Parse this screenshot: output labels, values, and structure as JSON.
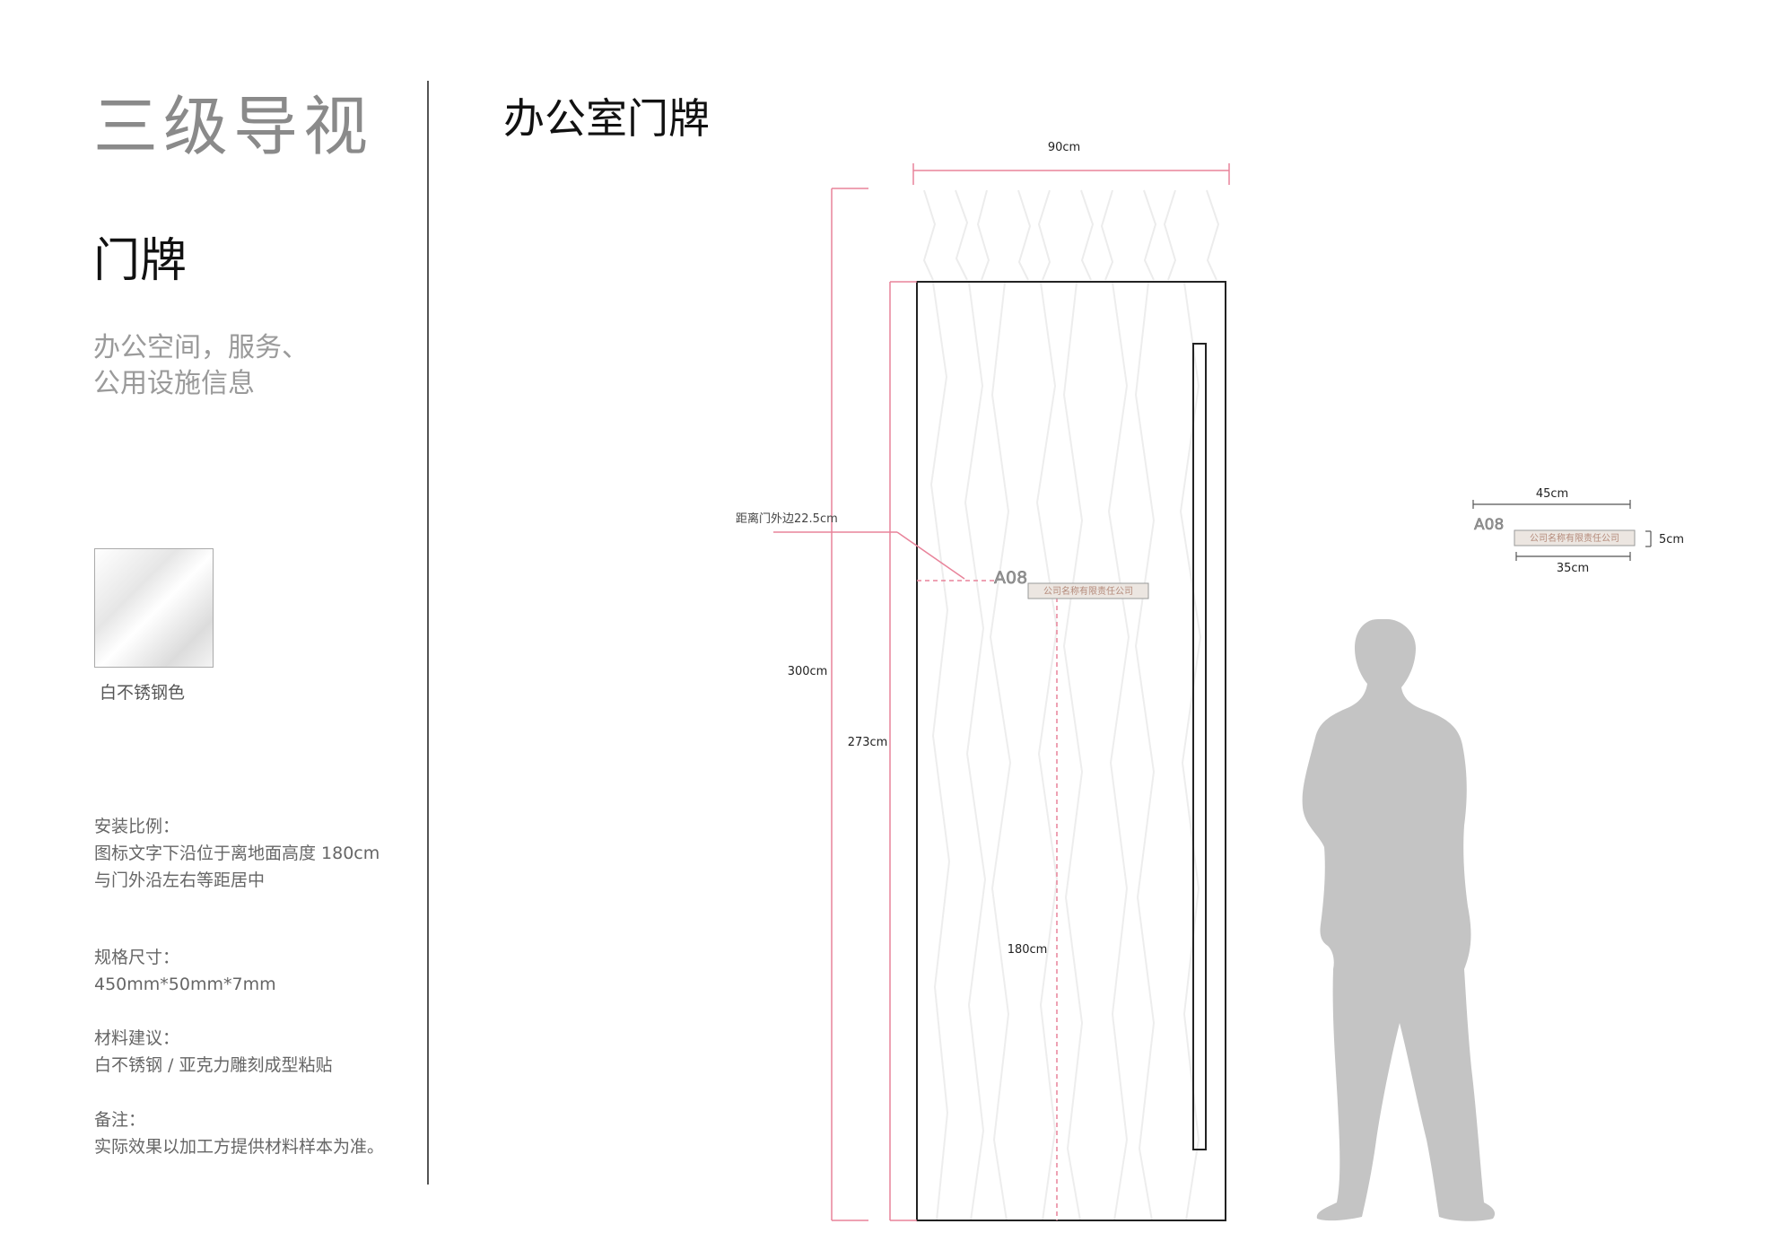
{
  "left_panel": {
    "title": "三级导视",
    "subtitle": "门牌",
    "description_line1": "办公空间，服务、",
    "description_line2": "公用设施信息",
    "material_swatch_label": "白不锈钢色",
    "install_heading": "安装比例：",
    "install_line1": "图标文字下沿位于离地面高度 180cm",
    "install_line2": "与门外沿左右等距居中",
    "spec_heading": "规格尺寸：",
    "spec_value": "450mm*50mm*7mm",
    "material_heading": "材料建议：",
    "material_value": "白不锈钢 / 亚克力雕刻成型粘贴",
    "note_heading": "备注：",
    "note_value": "实际效果以加工方提供材料样本为准。"
  },
  "main": {
    "heading": "办公室门牌",
    "dim_width": "90cm",
    "dim_total_height": "300cm",
    "dim_door_height": "273cm",
    "dim_sign_height": "180cm",
    "dim_offset": "距离门外边22.5cm",
    "sign_number": "A08",
    "sign_company": "公司名称有限责任公司"
  },
  "detail": {
    "dim_total_width": "45cm",
    "dim_plate_width": "35cm",
    "dim_plate_height": "5cm",
    "sign_number": "A08",
    "sign_company": "公司名称有限责任公司"
  },
  "colors": {
    "dimension_line": "#e8839a",
    "title_gray": "#8a8a8a",
    "figure_gray": "#c4c4c4",
    "sign_plate": "#ece6e1",
    "sign_text": "#b48a7a"
  },
  "icons": [
    "human-silhouette-icon",
    "material-swatch-icon"
  ]
}
